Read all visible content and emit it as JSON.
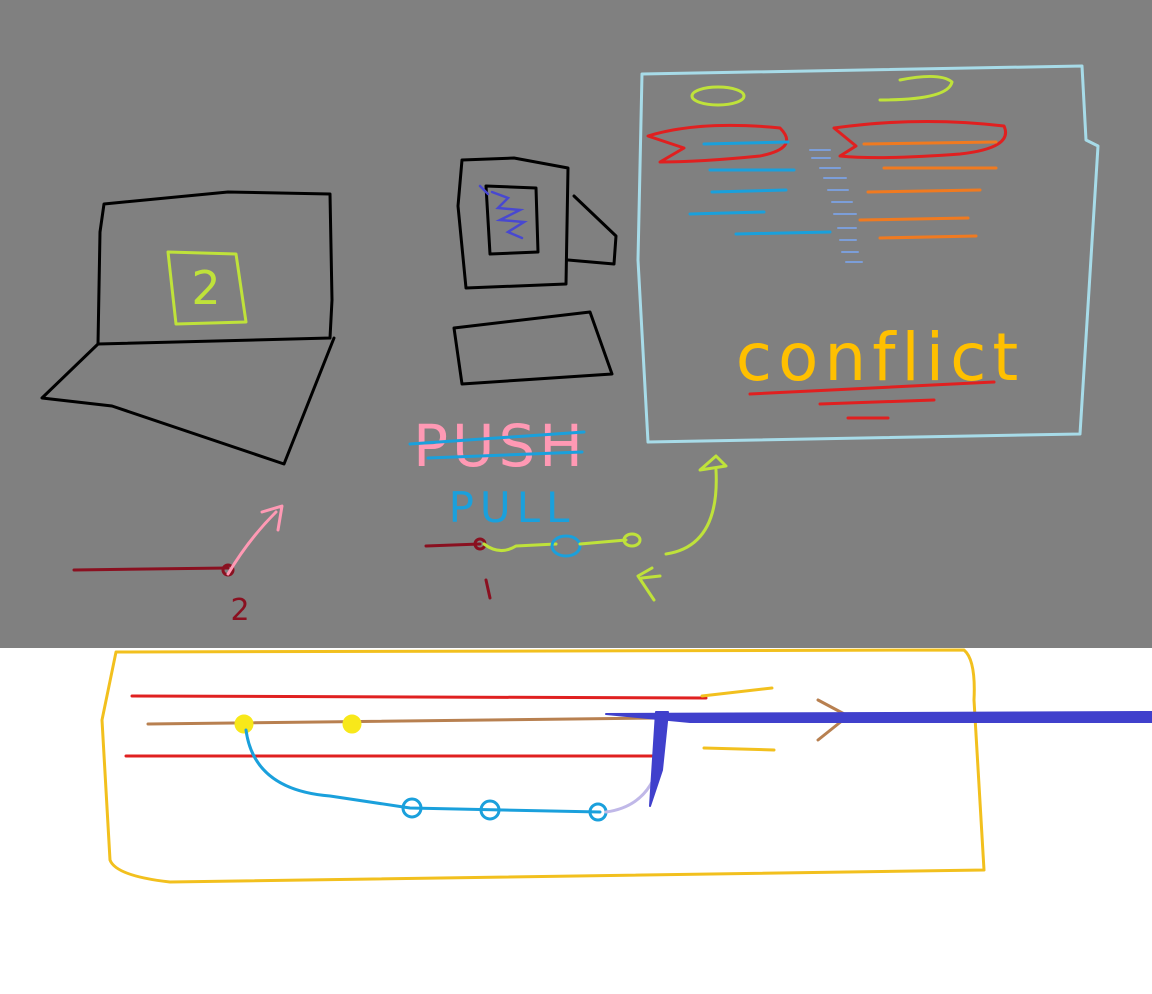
{
  "colors": {
    "top_background": "#808080",
    "bottom_background": "#ffffff",
    "laptop": "#000000",
    "laptop_screen_label": "#bfe23a",
    "desktop": "#000000",
    "desktop_scribble": "#4848d0",
    "conflict_frame": "#a7dbe8",
    "conflict_marker": "#e02020",
    "conflict_left_lines": "#1aa0dc",
    "conflict_right_lines": "#f07a20",
    "conflict_middle_dashes": "#7c9ed8",
    "conflict_text": "#ffc000",
    "push_text": "#ff99b4",
    "push_strike": "#1aa0dc",
    "pull_text": "#1aa0dc",
    "branch_dark_red": "#8a1020",
    "arrow_pink": "#ff99b4",
    "arrow_lime": "#bfe23a",
    "timeline_frame": "#f2c01e",
    "timeline_red": "#e02020",
    "timeline_brown": "#b88050",
    "timeline_yellow_commits": "#f8e81a",
    "timeline_blue_branch": "#1aa0dc",
    "timeline_lavender": "#c0b8e8",
    "big_blue_stroke": "#4040cc"
  },
  "laptop": {
    "screen_label": "2"
  },
  "desktop": {},
  "conflict_panel": {
    "title": "conflict"
  },
  "actions": {
    "push_label": "PUSH",
    "pull_label": "PULL"
  },
  "branch_labels": {
    "left": "2",
    "middle": "1"
  }
}
